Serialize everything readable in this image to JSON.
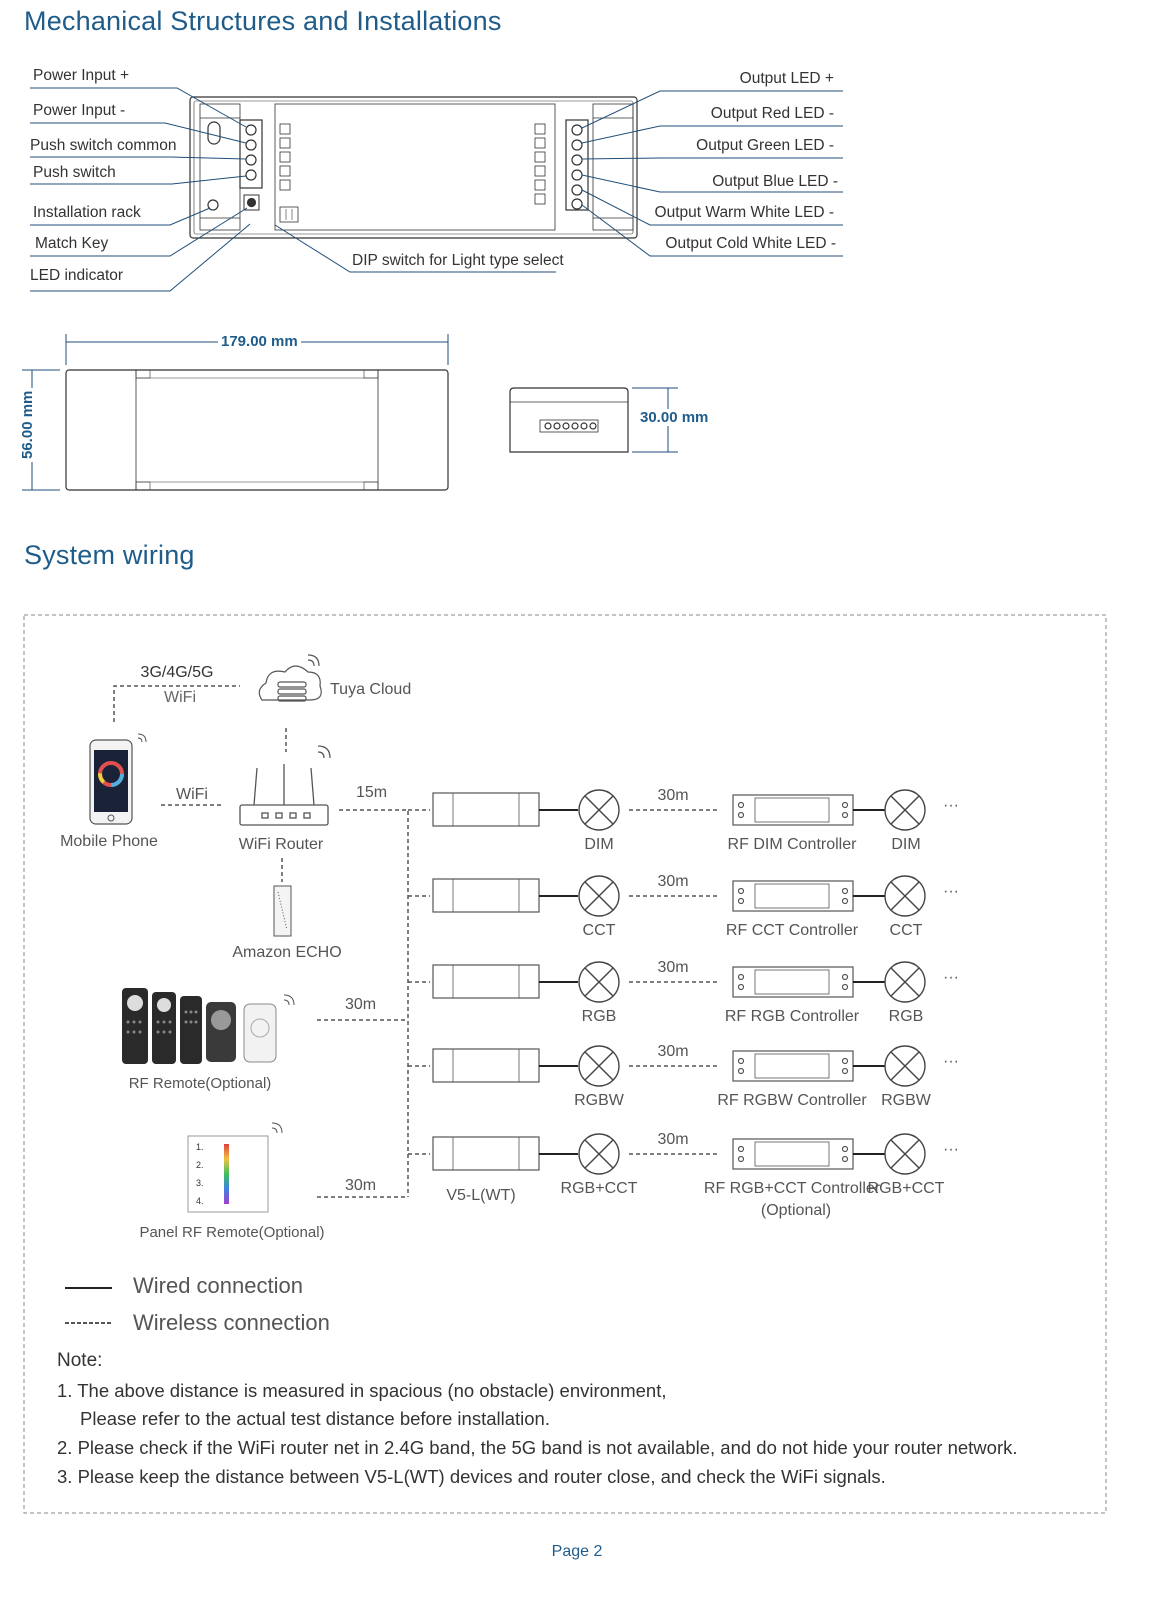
{
  "mechanical": {
    "title": "Mechanical Structures and Installations",
    "left_labels": [
      "Power Input +",
      "Power Input -",
      "Push switch common",
      "Push switch",
      "Installation rack",
      "Match Key",
      "LED indicator"
    ],
    "right_labels": [
      "Output LED +",
      "Output Red LED -",
      "Output Green LED -",
      "Output Blue LED -",
      "Output Warm White LED -",
      "Output Cold White LED -"
    ],
    "dip_label": "DIP switch for Light type select",
    "width_dim": "179.00 mm",
    "height_dim": "56.00 mm",
    "depth_dim": "30.00 mm"
  },
  "wiring": {
    "title": "System wiring",
    "network_label_1": "3G/4G/5G",
    "network_label_2": "WiFi",
    "cloud_label": "Tuya Cloud",
    "wifi_label": "WiFi",
    "phone_label": "Mobile Phone",
    "router_label": "WiFi Router",
    "router_distance": "15m",
    "echo_label": "Amazon ECHO",
    "remote_label": "RF Remote(Optional)",
    "remote_distance": "30m",
    "panel_label": "Panel RF Remote(Optional)",
    "panel_distance": "30m",
    "device_label": "V5-L(WT)",
    "rows": [
      {
        "light": "DIM",
        "distance": "30m",
        "controller": "RF DIM Controller",
        "light2": "DIM"
      },
      {
        "light": "CCT",
        "distance": "30m",
        "controller": "RF CCT Controller",
        "light2": "CCT"
      },
      {
        "light": "RGB",
        "distance": "30m",
        "controller": "RF RGB Controller",
        "light2": "RGB"
      },
      {
        "light": "RGBW",
        "distance": "30m",
        "controller": "RF RGBW Controller",
        "light2": "RGBW"
      },
      {
        "light": "RGB+CCT",
        "distance": "30m",
        "controller": "RF RGB+CCT Controller",
        "light2": "RGB+CCT"
      }
    ],
    "controller_optional": "(Optional)",
    "ellipsis": "···",
    "legend_wired": "Wired connection",
    "legend_wireless": "Wireless connection",
    "note_title": "Note:",
    "notes": [
      "1. The above distance is measured in spacious (no obstacle) environment,",
      "Please refer to the actual test distance before installation.",
      "2. Please check if the WiFi router net in 2.4G band, the 5G band is not available, and do not hide your router network.",
      "3. Please keep the distance between V5-L(WT) devices and router close, and check the WiFi signals."
    ],
    "panel_keys": [
      "1.",
      "2.",
      "3.",
      "4."
    ]
  },
  "footer": {
    "page": "Page 2"
  },
  "colors": {
    "accent": "#1f5c8a",
    "line": "#1f4e79",
    "text": "#333333"
  }
}
